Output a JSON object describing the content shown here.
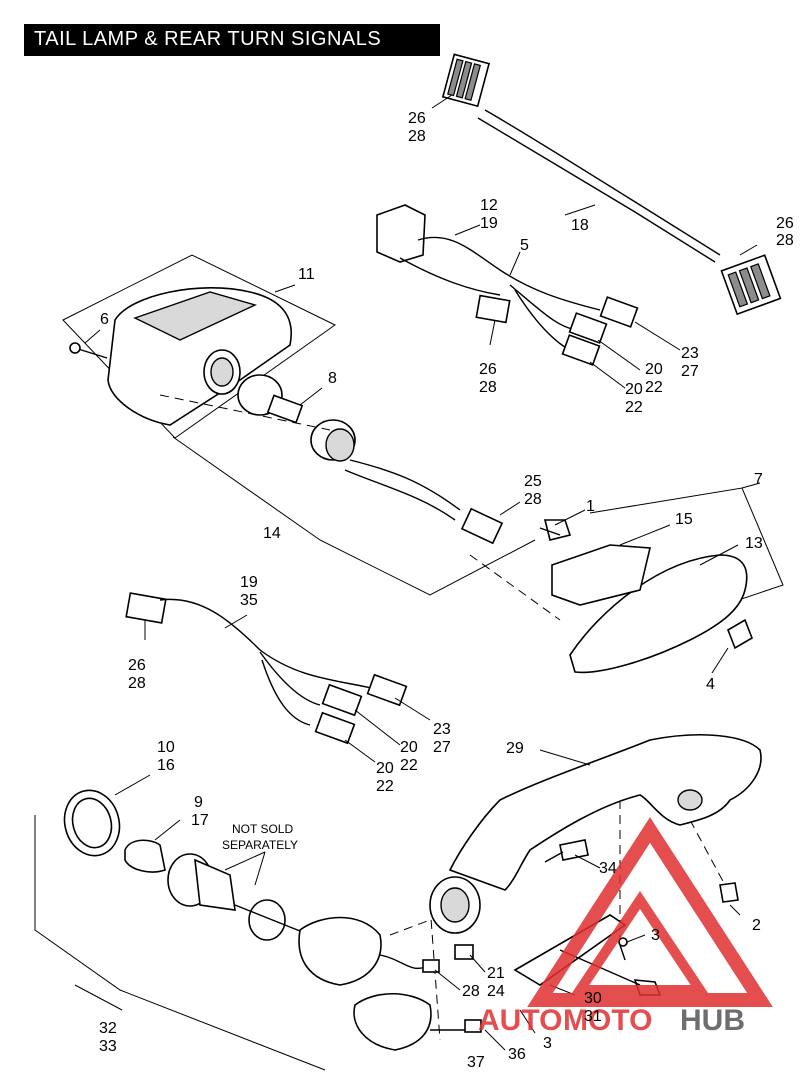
{
  "title": "TAIL LAMP & REAR TURN SIGNALS",
  "note": {
    "line1": "NOT SOLD",
    "line2": "SEPARATELY"
  },
  "callouts": [
    {
      "id": "c26a",
      "text": "26"
    },
    {
      "id": "c28a",
      "text": "28"
    },
    {
      "id": "c18",
      "text": "18"
    },
    {
      "id": "c26b",
      "text": "26"
    },
    {
      "id": "c28b",
      "text": "28"
    },
    {
      "id": "c12",
      "text": "12"
    },
    {
      "id": "c19a",
      "text": "19"
    },
    {
      "id": "c5",
      "text": "5"
    },
    {
      "id": "c11",
      "text": "11"
    },
    {
      "id": "c6",
      "text": "6"
    },
    {
      "id": "c26c",
      "text": "26"
    },
    {
      "id": "c28c",
      "text": "28"
    },
    {
      "id": "c23a",
      "text": "23"
    },
    {
      "id": "c27a",
      "text": "27"
    },
    {
      "id": "c20a",
      "text": "20"
    },
    {
      "id": "c22a",
      "text": "22"
    },
    {
      "id": "c20b",
      "text": "20"
    },
    {
      "id": "c22b",
      "text": "22"
    },
    {
      "id": "c8",
      "text": "8"
    },
    {
      "id": "c7",
      "text": "7"
    },
    {
      "id": "c25",
      "text": "25"
    },
    {
      "id": "c28d",
      "text": "28"
    },
    {
      "id": "c1",
      "text": "1"
    },
    {
      "id": "c15",
      "text": "15"
    },
    {
      "id": "c14",
      "text": "14"
    },
    {
      "id": "c13",
      "text": "13"
    },
    {
      "id": "c19b",
      "text": "19"
    },
    {
      "id": "c35",
      "text": "35"
    },
    {
      "id": "c26d",
      "text": "26"
    },
    {
      "id": "c28e",
      "text": "28"
    },
    {
      "id": "c4",
      "text": "4"
    },
    {
      "id": "c23b",
      "text": "23"
    },
    {
      "id": "c27b",
      "text": "27"
    },
    {
      "id": "c20c",
      "text": "20"
    },
    {
      "id": "c22c",
      "text": "22"
    },
    {
      "id": "c20d",
      "text": "20"
    },
    {
      "id": "c22d",
      "text": "22"
    },
    {
      "id": "c10",
      "text": "10"
    },
    {
      "id": "c16",
      "text": "16"
    },
    {
      "id": "c29",
      "text": "29"
    },
    {
      "id": "c9",
      "text": "9"
    },
    {
      "id": "c17",
      "text": "17"
    },
    {
      "id": "c34",
      "text": "34"
    },
    {
      "id": "c2",
      "text": "2"
    },
    {
      "id": "c3a",
      "text": "3"
    },
    {
      "id": "c21",
      "text": "21"
    },
    {
      "id": "c24",
      "text": "24"
    },
    {
      "id": "c28f",
      "text": "28"
    },
    {
      "id": "c30",
      "text": "30"
    },
    {
      "id": "c31",
      "text": "31"
    },
    {
      "id": "c32",
      "text": "32"
    },
    {
      "id": "c33",
      "text": "33"
    },
    {
      "id": "c3b",
      "text": "3"
    },
    {
      "id": "c36",
      "text": "36"
    },
    {
      "id": "c37",
      "text": "37"
    }
  ],
  "watermark": {
    "part1": "AUTO",
    "part2": "MOTO",
    "part3": "HUB"
  },
  "colors": {
    "watermark_red": "#e03030",
    "watermark_gray": "#555555",
    "watermark_orange": "#f0a020"
  }
}
